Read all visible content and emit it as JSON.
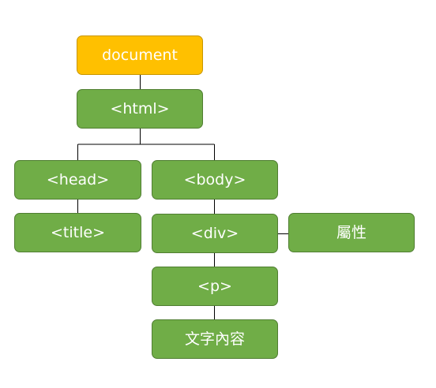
{
  "diagram": {
    "nodes": {
      "document": "document",
      "html": "<html>",
      "head": "<head>",
      "body": "<body>",
      "title": "<title>",
      "div": "<div>",
      "attribute": "屬性",
      "p": "<p>",
      "text": "文字內容"
    },
    "edges": [
      [
        "document",
        "html"
      ],
      [
        "html",
        "head"
      ],
      [
        "html",
        "body"
      ],
      [
        "head",
        "title"
      ],
      [
        "body",
        "div"
      ],
      [
        "div",
        "attribute"
      ],
      [
        "div",
        "p"
      ],
      [
        "p",
        "text"
      ]
    ],
    "colors": {
      "root_fill": "#ffc000",
      "node_fill": "#70ad47",
      "node_border": "#507e32",
      "connector": "#000000",
      "text": "#ffffff"
    }
  }
}
